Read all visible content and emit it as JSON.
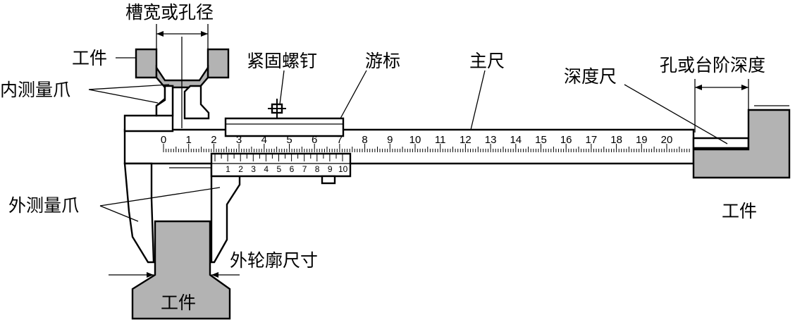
{
  "labels": {
    "slot_width_hole_diameter": "槽宽或孔径",
    "workpiece_top": "工件",
    "inner_jaw": "内测量爪",
    "locking_screw": "紧固螺钉",
    "vernier": "游标",
    "main_scale": "主尺",
    "depth_rod": "深度尺",
    "hole_step_depth": "孔或台阶深度",
    "workpiece_right": "工件",
    "outer_jaw": "外测量爪",
    "outer_dimension": "外轮廓尺寸",
    "workpiece_bottom": "工件"
  },
  "main_scale_numbers": [
    "0",
    "1",
    "2",
    "3",
    "4",
    "5",
    "6",
    "7",
    "8",
    "9",
    "10",
    "11",
    "12",
    "13",
    "14",
    "15",
    "16",
    "17",
    "18",
    "19",
    "20"
  ],
  "vernier_numbers": [
    "1",
    "2",
    "3",
    "4",
    "5",
    "6",
    "7",
    "8",
    "9",
    "10"
  ],
  "colors": {
    "workpiece": "#b3b3b3",
    "line": "#000000",
    "background": "#ffffff"
  }
}
